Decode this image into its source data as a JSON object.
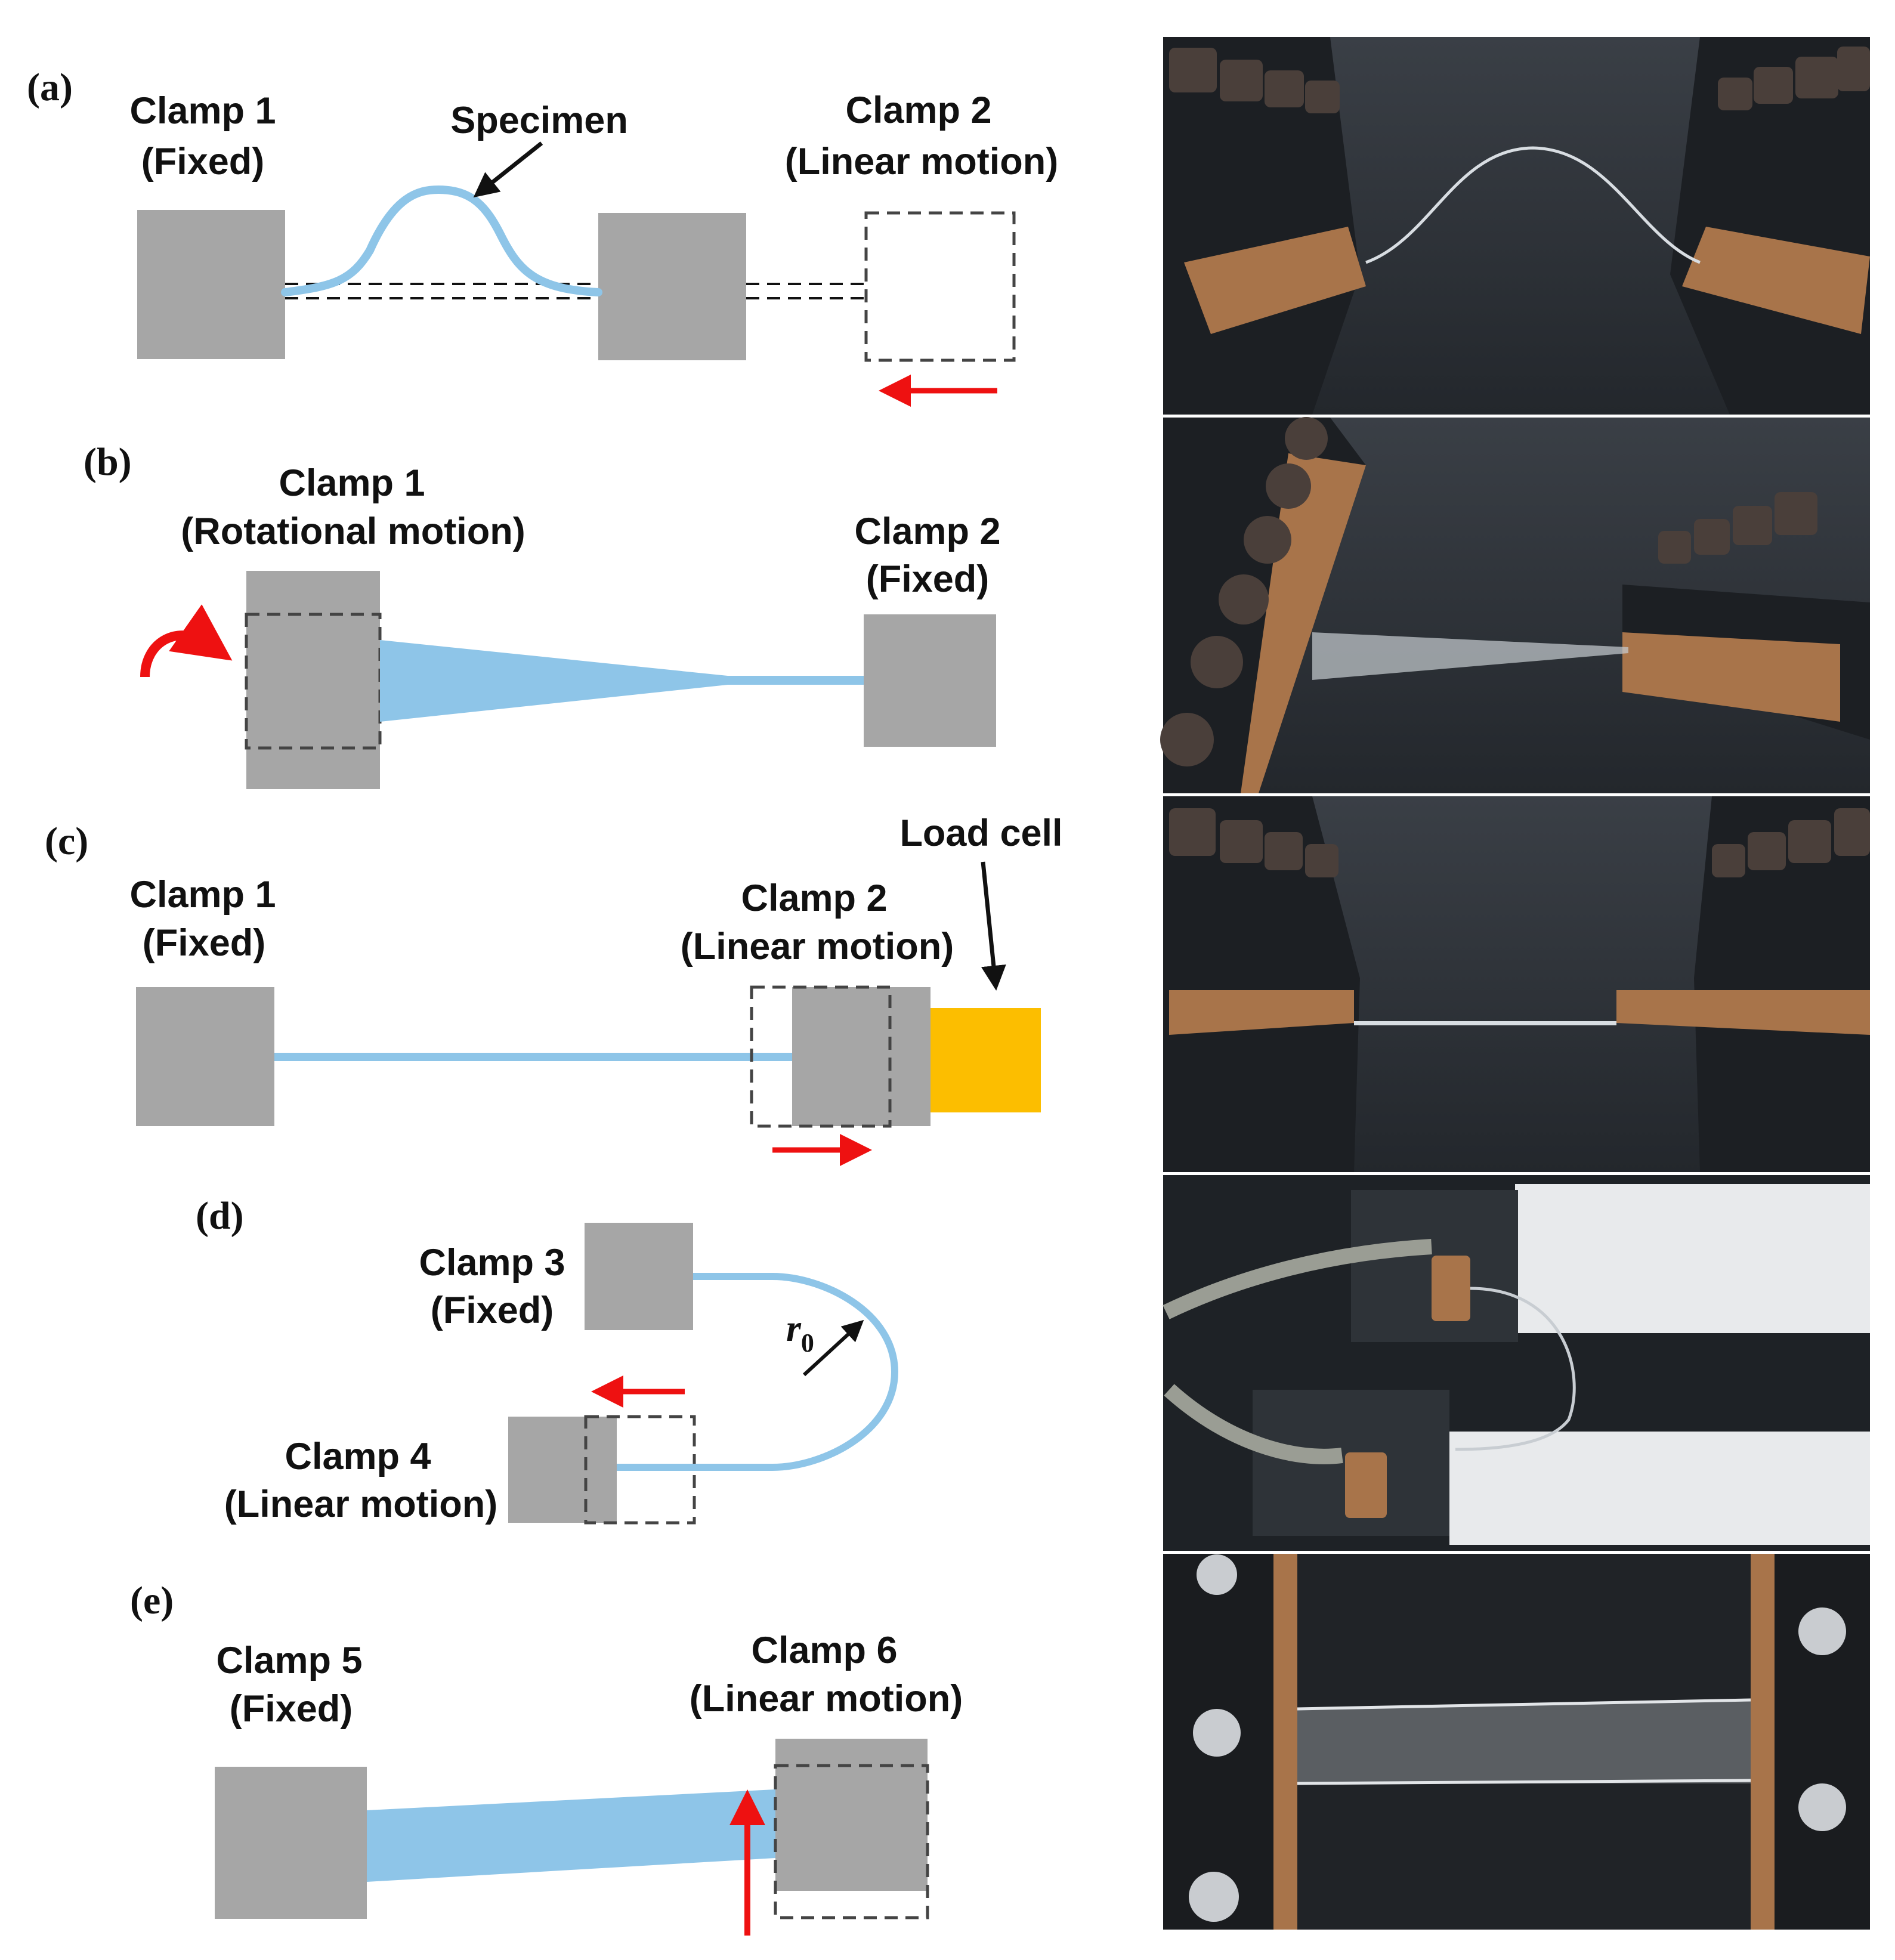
{
  "colors": {
    "clamp": "#a6a6a6",
    "specimen": "#8ec5e8",
    "arrow": "#ee1111",
    "load_cell": "#fcbe00",
    "photo_dark": "#2b3036",
    "bolt": "#4a3f3a",
    "copper": "#a8744a"
  },
  "panels": {
    "a": {
      "tag": "(a)",
      "clamp1": [
        "Clamp 1",
        "(Fixed)"
      ],
      "specimen": "Specimen",
      "clamp2": [
        "Clamp 2",
        "(Linear motion)"
      ]
    },
    "b": {
      "tag": "(b)",
      "clamp1": [
        "Clamp 1",
        "(Rotational motion)"
      ],
      "clamp2": [
        "Clamp 2",
        "(Fixed)"
      ]
    },
    "c": {
      "tag": "(c)",
      "clamp1": [
        "Clamp 1",
        "(Fixed)"
      ],
      "clamp2": [
        "Clamp 2",
        "(Linear motion)"
      ],
      "load_cell": "Load cell"
    },
    "d": {
      "tag": "(d)",
      "clamp3": [
        "Clamp 3",
        "(Fixed)"
      ],
      "clamp4": [
        "Clamp 4",
        "(Linear motion)"
      ],
      "radius_symbol": "r",
      "radius_sub": "0"
    },
    "e": {
      "tag": "(e)",
      "clamp5": [
        "Clamp 5",
        "(Fixed)"
      ],
      "clamp6": [
        "Clamp 6",
        "(Linear motion)"
      ]
    }
  }
}
